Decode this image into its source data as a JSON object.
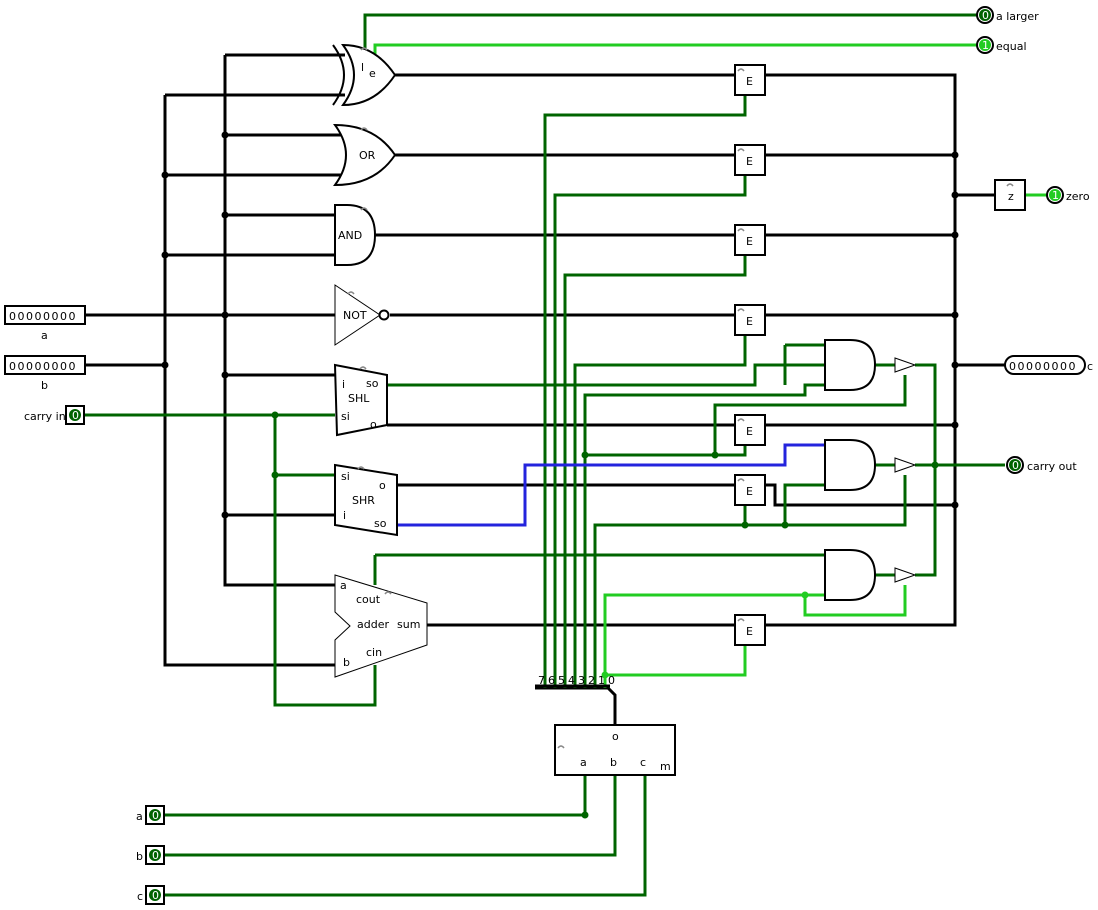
{
  "inputs": {
    "a_label": "a",
    "a_value": "00000000",
    "b_label": "b",
    "b_value": "00000000",
    "carry_in_label": "carry in",
    "carry_in_value": "0",
    "sel_a_label": "a",
    "sel_a_value": "0",
    "sel_b_label": "b",
    "sel_b_value": "0",
    "sel_c_label": "c",
    "sel_c_value": "0"
  },
  "outputs": {
    "a_larger_label": "a larger",
    "a_larger_value": "0",
    "equal_label": "equal",
    "equal_value": "1",
    "zero_label": "zero",
    "zero_value": "1",
    "c_label": "c",
    "c_value": "00000000",
    "carry_out_label": "carry out",
    "carry_out_value": "0"
  },
  "components": {
    "xor_pin_l": "l",
    "xor_pin_e": "e",
    "or_label": "OR",
    "and_label": "AND",
    "not_label": "NOT",
    "shl_label": "SHL",
    "shl_pin_i": "i",
    "shl_pin_so": "so",
    "shl_pin_si": "si",
    "shl_pin_o": "o",
    "shr_label": "SHR",
    "shr_pin_si": "si",
    "shr_pin_o": "o",
    "shr_pin_i": "i",
    "shr_pin_so": "so",
    "adder_label": "adder",
    "adder_pin_a": "a",
    "adder_pin_cout": "cout",
    "adder_pin_sum": "sum",
    "adder_pin_b": "b",
    "adder_pin_cin": "cin",
    "enable_label": "E",
    "zero_detect_label": "z",
    "decoder_pin_o": "o",
    "decoder_pin_a": "a",
    "decoder_pin_b": "b",
    "decoder_pin_c": "c",
    "decoder_pin_m": "m",
    "splitter_bits": [
      "7",
      "6",
      "5",
      "4",
      "3",
      "2",
      "1",
      "0"
    ]
  },
  "colors": {
    "wire_low": "#006400",
    "wire_high": "#22cc22",
    "wire_bus": "#000000",
    "wire_error": "#2323dd"
  }
}
